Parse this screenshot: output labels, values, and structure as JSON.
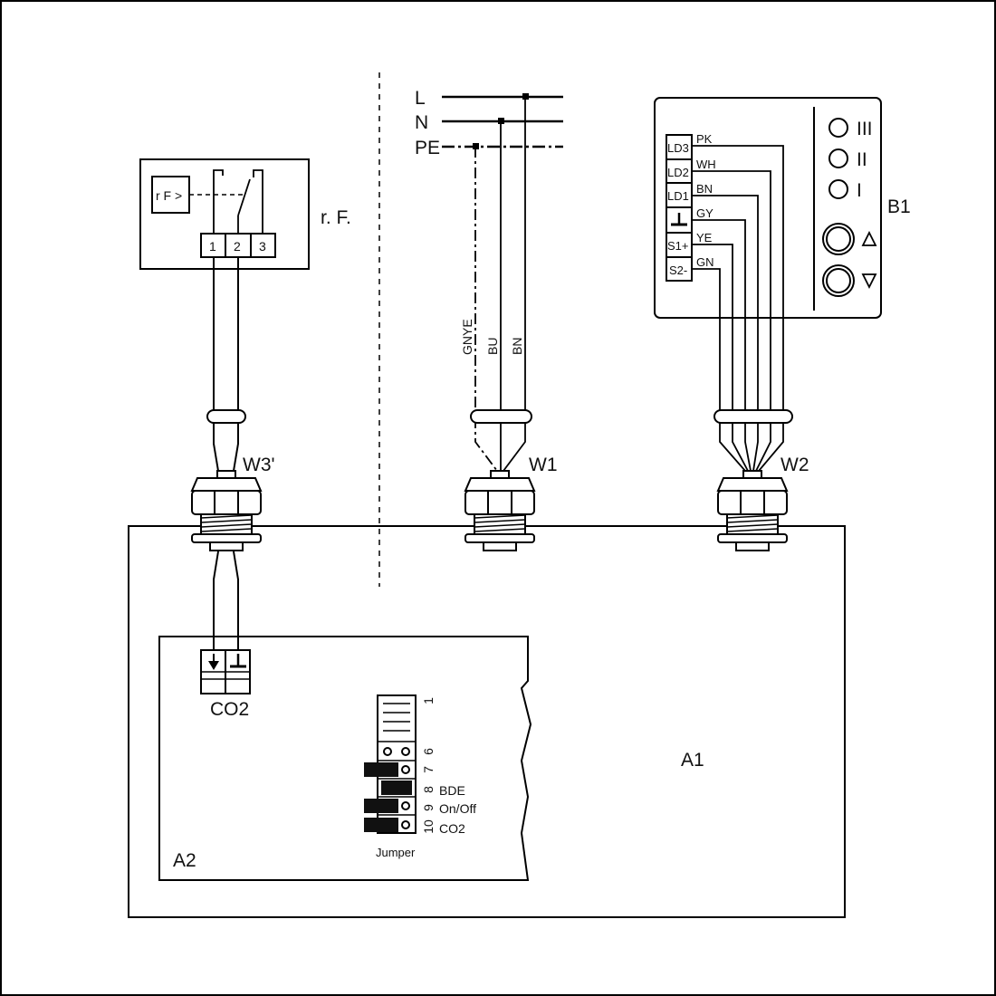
{
  "mains": {
    "L": "L",
    "N": "N",
    "PE": "PE"
  },
  "room_sensor": {
    "label": "r. F.",
    "inner": "r F >",
    "terminals": [
      "1",
      "2",
      "3"
    ]
  },
  "cables": {
    "w3": "W3'",
    "w1": "W1",
    "w2": "W2"
  },
  "w1_wires": [
    "GNYE",
    "BU",
    "BN"
  ],
  "control": {
    "label": "B1",
    "speeds": [
      "III",
      "II",
      "I"
    ],
    "terminals": [
      "LD3",
      "LD2",
      "LD1",
      "⊥",
      "S1+",
      "S2-"
    ],
    "wires": [
      "PK",
      "WH",
      "BN",
      "GY",
      "YE",
      "GN"
    ],
    "up_arrow": "up-arrow",
    "down_arrow": "down-arrow"
  },
  "unit": {
    "label": "A1"
  },
  "board": {
    "label": "A2",
    "co2_label": "CO2",
    "jumper_title": "Jumper",
    "jumper_numbers": [
      "1",
      "6",
      "7",
      "8",
      "9",
      "10"
    ],
    "jumper_labels": [
      "BDE",
      "On/Off",
      "CO2"
    ]
  }
}
